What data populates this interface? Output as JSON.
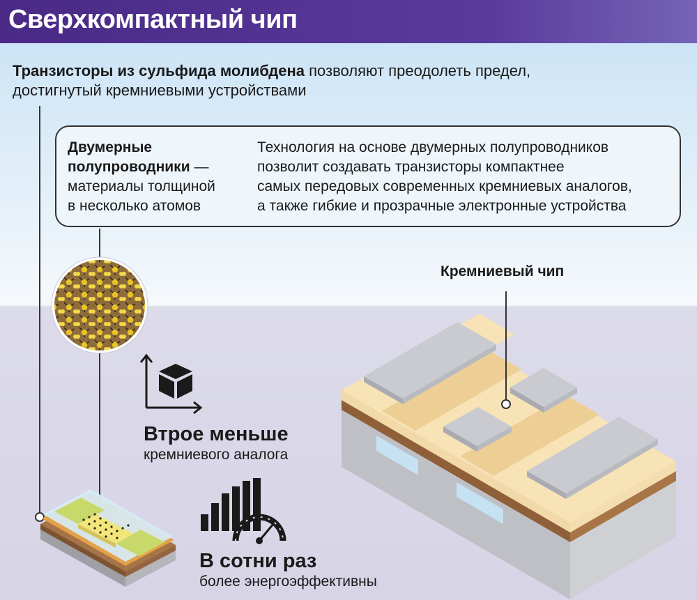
{
  "header": {
    "title": "Сверхкомпактный чип"
  },
  "intro": {
    "bold": "Транзисторы из сульфида молибдена",
    "line1_rest": " позволяют преодолеть предел,",
    "line2": "достигнутый кремниевыми устройствами"
  },
  "info_box": {
    "term_line1": "Двумерные",
    "term_line2": "полупроводники",
    "term_dash": " —",
    "def_line1": "материалы толщиной",
    "def_line2": "в несколько атомов",
    "desc_line1": "Технология на основе двумерных полупроводников",
    "desc_line2": "позволит создавать транзисторы компактнее",
    "desc_line3": "самых передовых современных кремниевых аналогов,",
    "desc_line4": "а также гибкие и прозрачные электронные устройства"
  },
  "facts": {
    "size_head": "Втрое меньше",
    "size_sub": "кремниевого аналога",
    "energy_head": "В сотни раз",
    "energy_sub": "более энергоэффективны"
  },
  "labels": {
    "silicon_chip": "Кремниевый чип"
  },
  "icons": {
    "size": "cube-axes-icon",
    "energy": "bar-gauge-icon"
  },
  "colors": {
    "title_bg": "#4a2a86",
    "sky": "#c6e1f6",
    "floor": "#d7d4e6",
    "chip_top": "#f7e3b6",
    "chip_groove": "#edcf95",
    "chip_bronze": "#9a6a3f",
    "chip_base": "#cfd0d4",
    "pad": "#c9cbd0",
    "insulator": "#c4e2f2",
    "mos2_green": "#c8d96a",
    "mos2_yellow": "#f2e57a",
    "atom": "#e8c324",
    "atom_bg": "#8d6b3a"
  }
}
